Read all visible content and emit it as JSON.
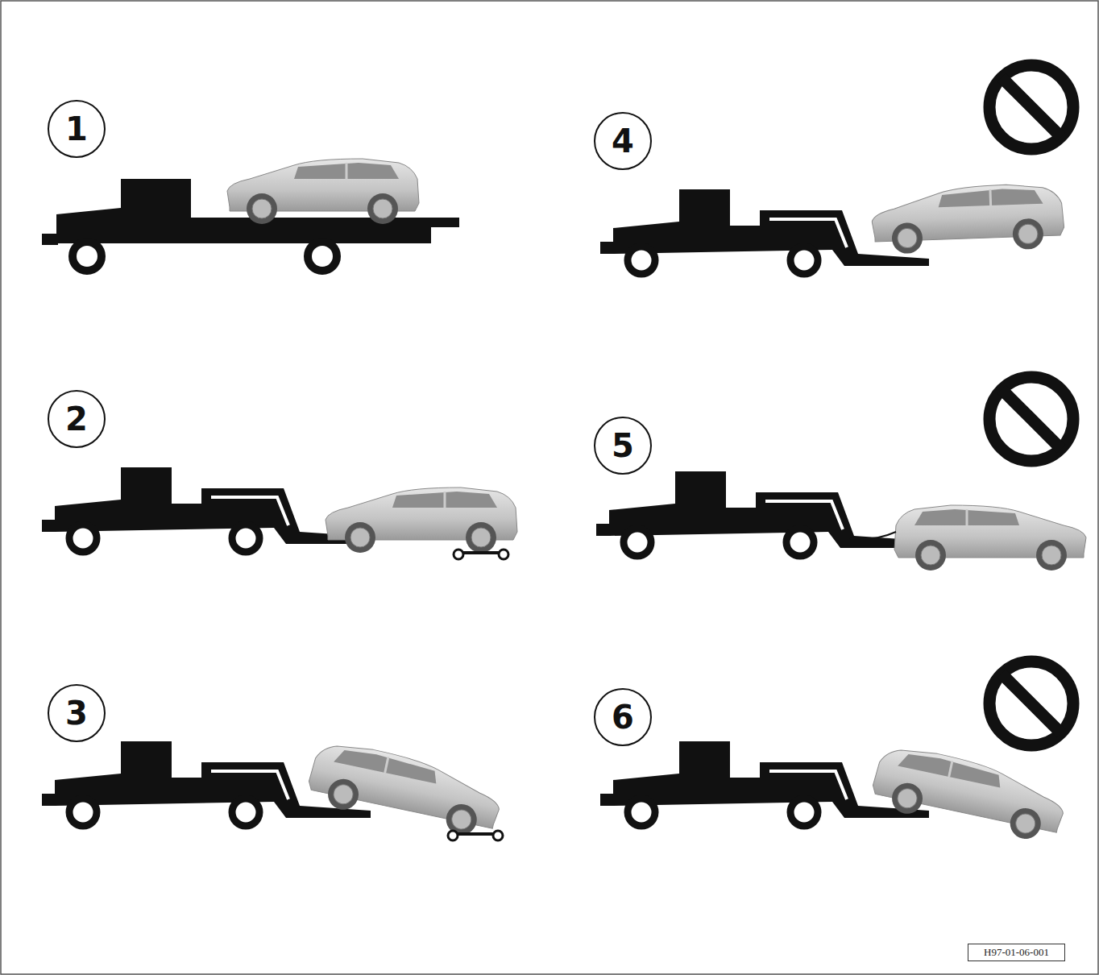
{
  "diagram": {
    "nodes": [
      {
        "text": [
          "1"
        ]
      },
      {
        "text": [
          "2"
        ]
      },
      {
        "text": [
          "3"
        ]
      },
      {
        "text": [
          "4"
        ]
      },
      {
        "text": [
          "5"
        ]
      },
      {
        "text": [
          "6"
        ]
      },
      {
        "text": [
          "H97-01-06-001"
        ]
      }
    ],
    "edges": []
  }
}
